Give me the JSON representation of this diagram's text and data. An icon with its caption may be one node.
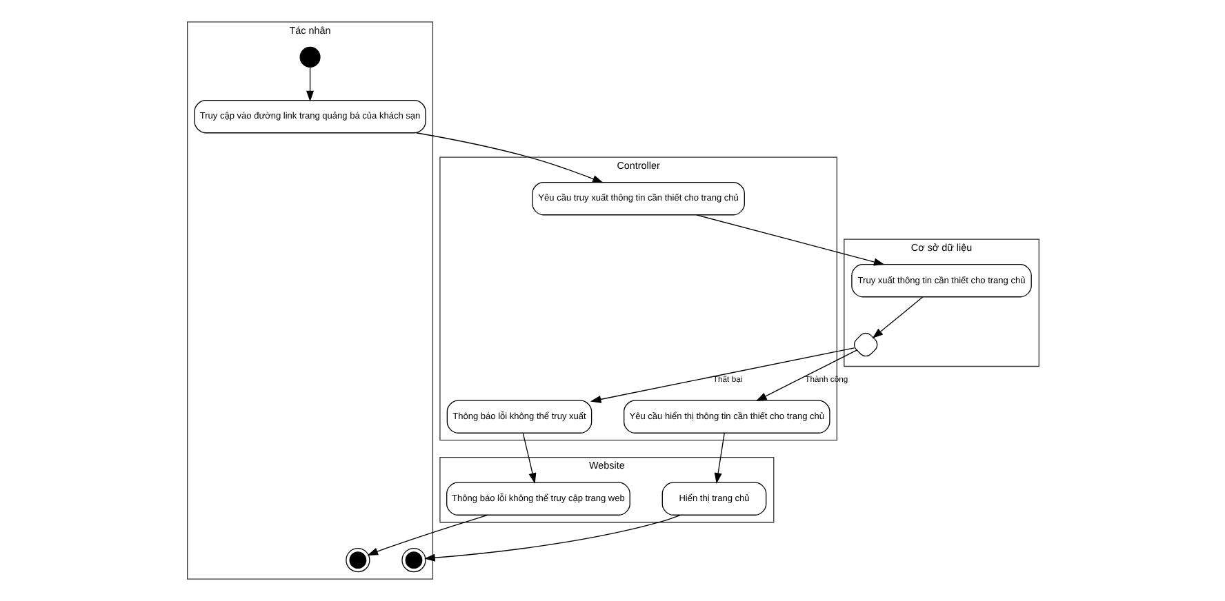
{
  "diagram": {
    "nodes": [
      {
        "text": [
          "Tác nhân"
        ]
      },
      {
        "text": [
          "Website"
        ]
      },
      {
        "text": [
          "Controller"
        ]
      },
      {
        "text": [
          "Cơ sở dữ liệu"
        ]
      },
      {
        "text": [],
        "shape": "circle",
        "in": 0
      },
      {
        "text": [
          "Truy cập vào đường link trang quảng bá của khách sạn"
        ],
        "in": 0
      },
      {
        "text": [],
        "shape": "circle",
        "in": 0
      },
      {
        "text": [],
        "shape": "circle",
        "in": 0
      },
      {
        "text": [
          "Thông báo lỗi không thể truy cập trang web"
        ],
        "in": 1
      },
      {
        "text": [
          "Hiển thị trang chủ"
        ],
        "in": 1
      },
      {
        "text": [
          "Yêu cầu truy xuất thông tin cần thiết cho trang chủ"
        ],
        "in": 2
      },
      {
        "text": [
          "Thông báo lỗi không thể truy xuất"
        ],
        "in": 2
      },
      {
        "text": [
          "Yêu cầu hiển thị thông tin cần thiết cho trang chủ"
        ],
        "in": 2
      },
      {
        "text": [
          "Truy xuất thông tin cần thiết cho trang chủ"
        ],
        "in": 3
      },
      {
        "text": [],
        "shape": "diamond",
        "in": 3
      }
    ],
    "edges": [
      {
        "from": 4,
        "to": 5,
        "arrow": "to"
      },
      {
        "from": 5,
        "to": 10,
        "arrow": "to"
      },
      {
        "from": 10,
        "to": 13,
        "arrow": "to"
      },
      {
        "from": 13,
        "to": 14,
        "arrow": "to"
      },
      {
        "from": 14,
        "to": 11,
        "arrow": "to",
        "label": "Thất bại"
      },
      {
        "from": 11,
        "to": 8,
        "arrow": "to"
      },
      {
        "from": 8,
        "to": 6,
        "arrow": "to"
      },
      {
        "from": 14,
        "to": 12,
        "arrow": "to",
        "label": "Thành công"
      },
      {
        "from": 12,
        "to": 9,
        "arrow": "to"
      },
      {
        "from": 9,
        "to": 7,
        "arrow": "to"
      }
    ]
  }
}
